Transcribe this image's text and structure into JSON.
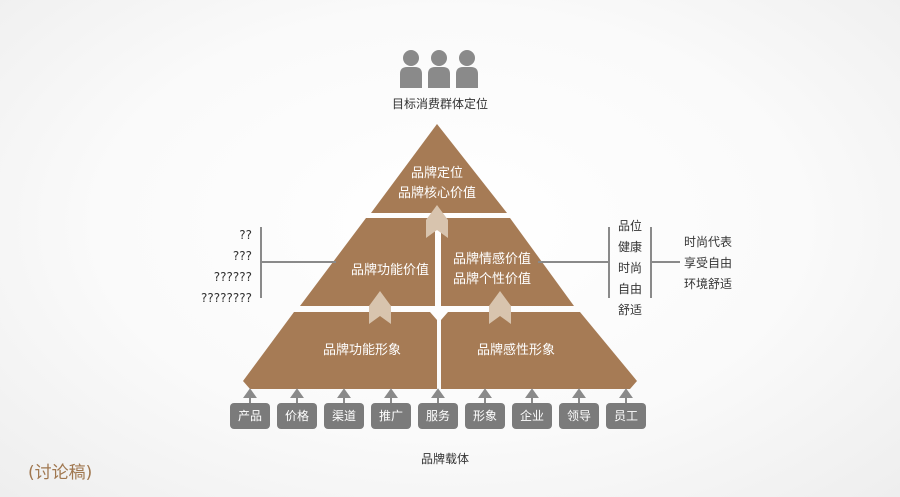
{
  "header": {
    "consumer_label": "目标消费群体定位",
    "icons": [
      "person-icon",
      "person-icon",
      "person-icon"
    ]
  },
  "pyramid": {
    "top": {
      "line1": "品牌定位",
      "line2": "品牌核心价值"
    },
    "middle_left": "品牌功能价值",
    "middle_right": {
      "line1": "品牌情感价值",
      "line2": "品牌个性价值"
    },
    "bottom_left": "品牌功能形象",
    "bottom_right": "品牌感性形象"
  },
  "left_list": [
    "??",
    "???",
    "??????",
    "????????"
  ],
  "right_list_a": [
    "品位",
    "健康",
    "时尚",
    "自由",
    "舒适"
  ],
  "right_list_b": [
    "时尚代表",
    "享受自由",
    "环境舒适"
  ],
  "carriers": [
    "产品",
    "价格",
    "渠道",
    "推广",
    "服务",
    "形象",
    "企业",
    "领导",
    "员工"
  ],
  "footer": {
    "carrier_label": "品牌载体",
    "draft_label": "(讨论稿)"
  },
  "colors": {
    "pyramid": "#a67b55",
    "arrow": "#d8c4ae",
    "box": "#7b7b7b",
    "line": "#8a8a8a",
    "draft": "#a0774f"
  }
}
